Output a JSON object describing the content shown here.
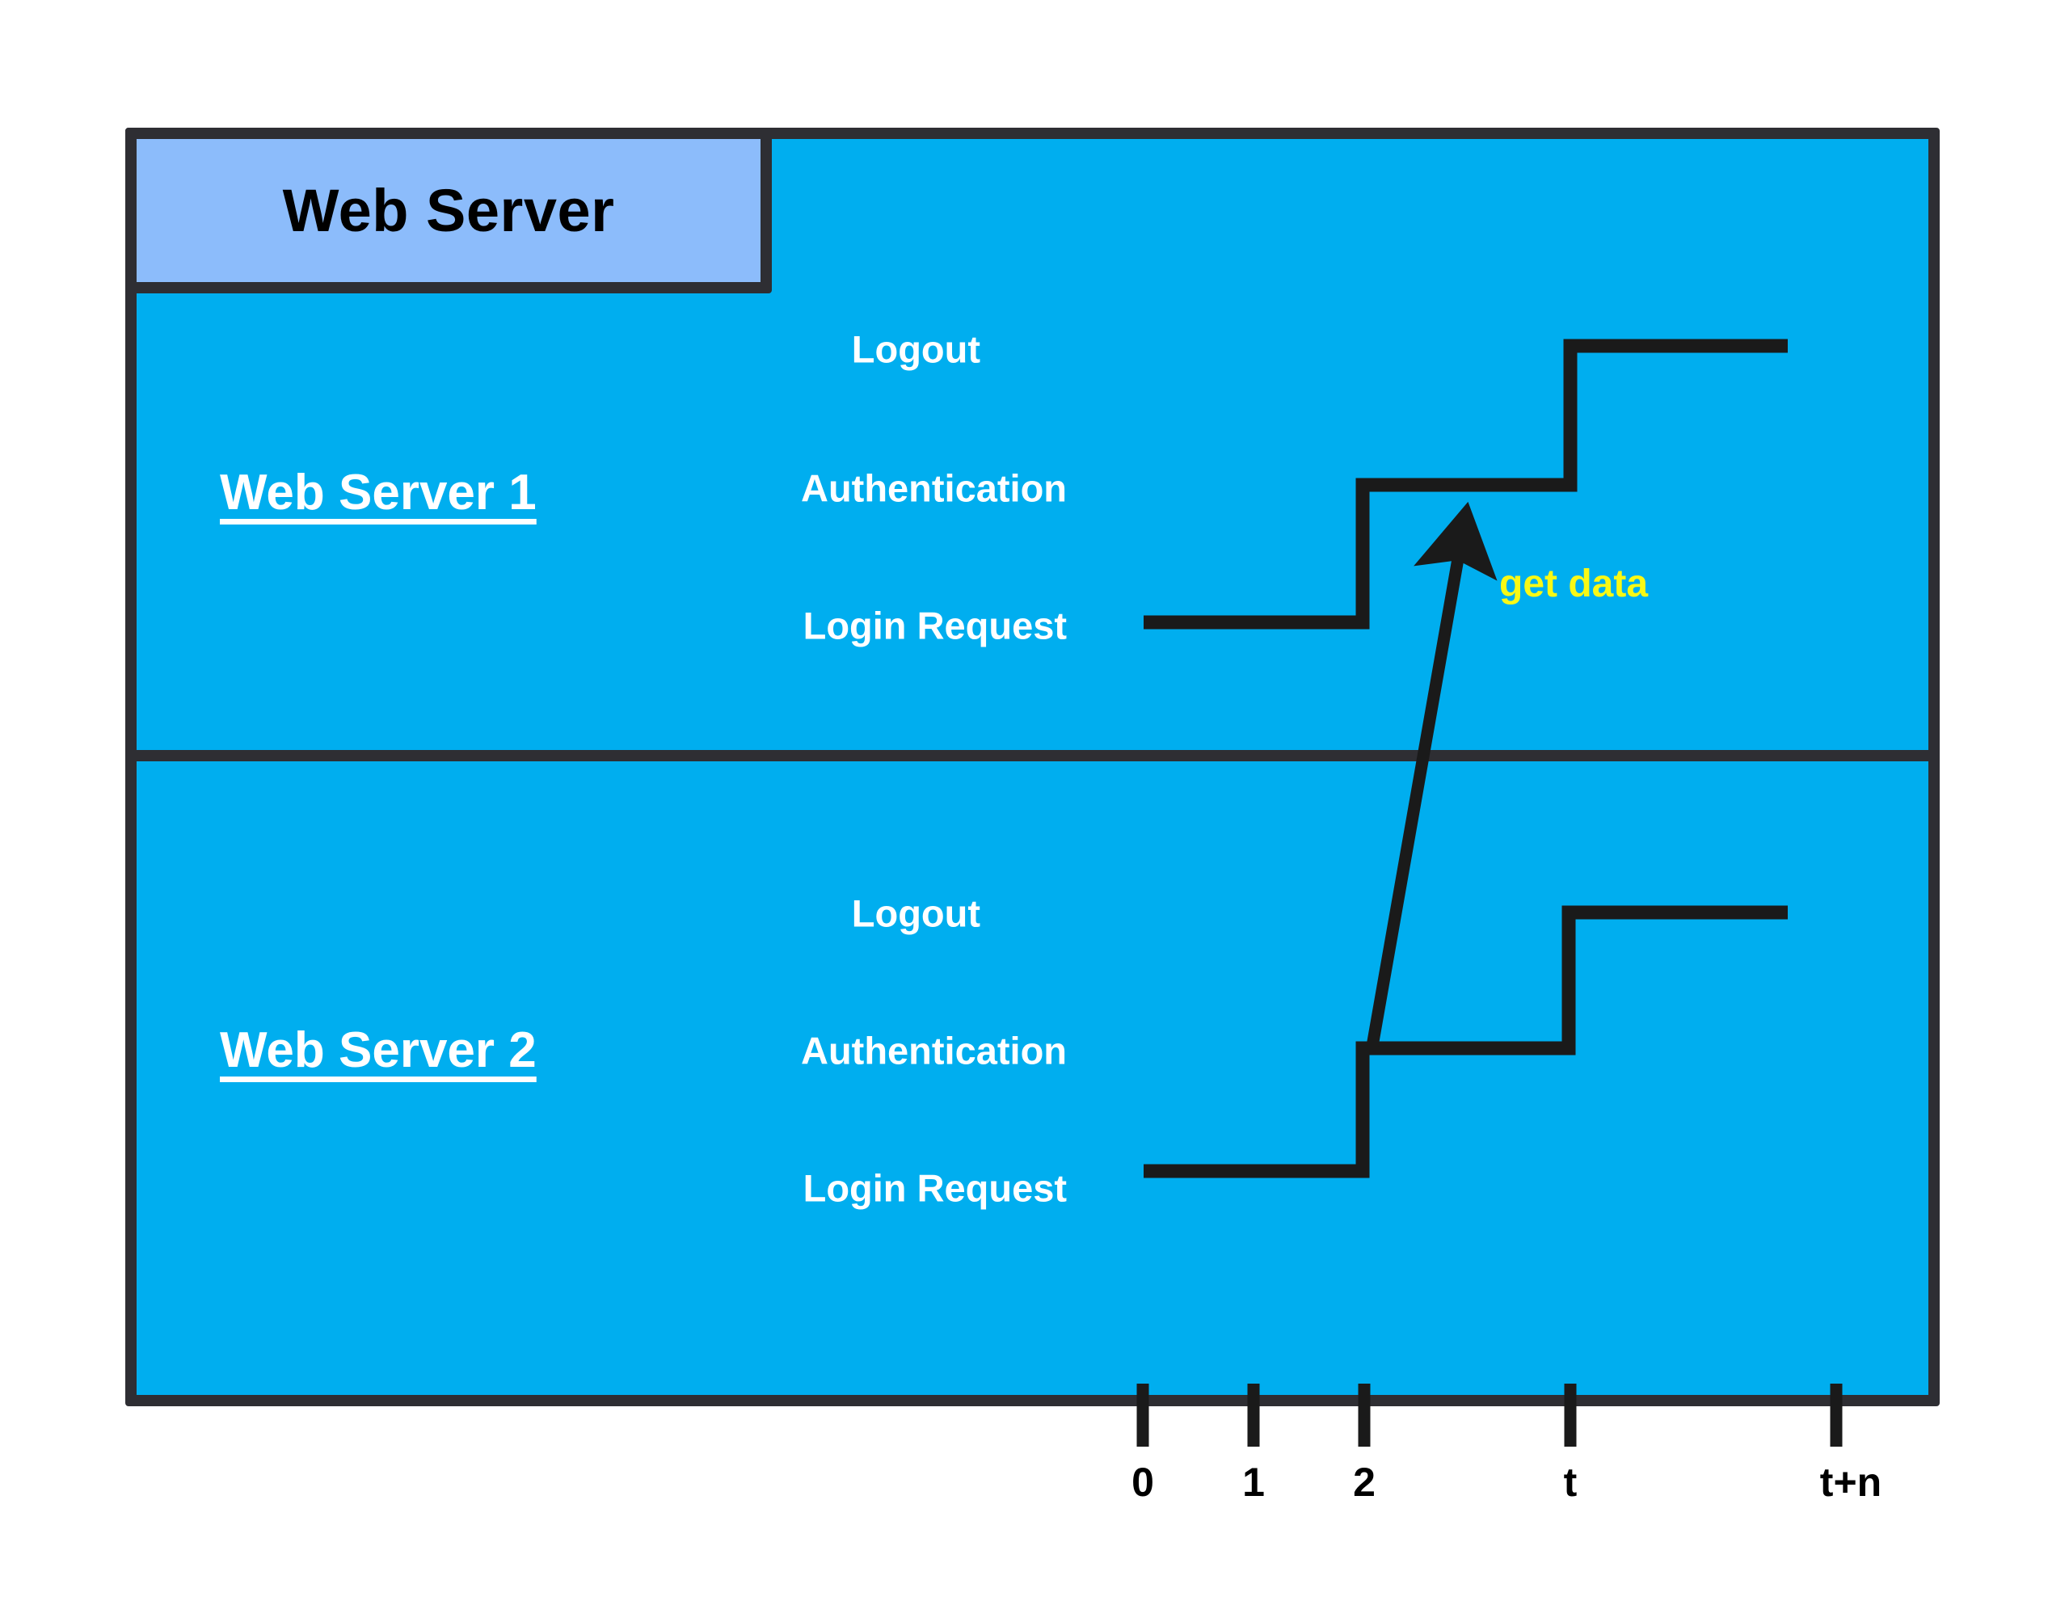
{
  "diagram": {
    "title": "Web Server",
    "annotation": {
      "text": "get data",
      "color": "#F9F915"
    },
    "colors": {
      "panel_background": "#00AEEF",
      "title_background": "#8CBCFB",
      "frame_border": "#2E2E33",
      "line": "#1A1A1A",
      "label_text": "#FFFFFF",
      "annotation": "#F9F915"
    },
    "panels": [
      {
        "name": "Web Server 1",
        "states": [
          "Logout",
          "Authentication",
          "Login Request"
        ]
      },
      {
        "name": "Web Server 2",
        "states": [
          "Logout",
          "Authentication",
          "Login Request"
        ]
      }
    ],
    "axis": {
      "label": "",
      "ticks": [
        "0",
        "1",
        "2",
        "t",
        "t+n"
      ]
    }
  },
  "chart_data": {
    "type": "line",
    "title": "Web Server",
    "xlabel": "",
    "ylabel": "",
    "x_ticks": [
      "0",
      "1",
      "2",
      "t",
      "t+n"
    ],
    "x_values": [
      0,
      1,
      2,
      "t",
      "t+n"
    ],
    "y_categories": [
      "Login Request",
      "Authentication",
      "Logout"
    ],
    "series": [
      {
        "name": "Web Server 1",
        "step": "post",
        "points": [
          {
            "x": "0",
            "state": "Login Request"
          },
          {
            "x": "2",
            "state": "Authentication"
          },
          {
            "x": "t",
            "state": "Logout"
          },
          {
            "x": "t+n",
            "state": "Logout"
          }
        ]
      },
      {
        "name": "Web Server 2",
        "step": "post",
        "points": [
          {
            "x": "0",
            "state": "Login Request"
          },
          {
            "x": "2",
            "state": "Authentication"
          },
          {
            "x": "t",
            "state": "Logout"
          },
          {
            "x": "t+n",
            "state": "Logout"
          }
        ]
      }
    ],
    "annotations": [
      {
        "text": "get data",
        "from": {
          "panel": "Web Server 2",
          "x": "2",
          "state": "Authentication"
        },
        "to": {
          "panel": "Web Server 1",
          "x": "~3",
          "state": "Authentication"
        },
        "color": "#F9F915"
      }
    ]
  }
}
